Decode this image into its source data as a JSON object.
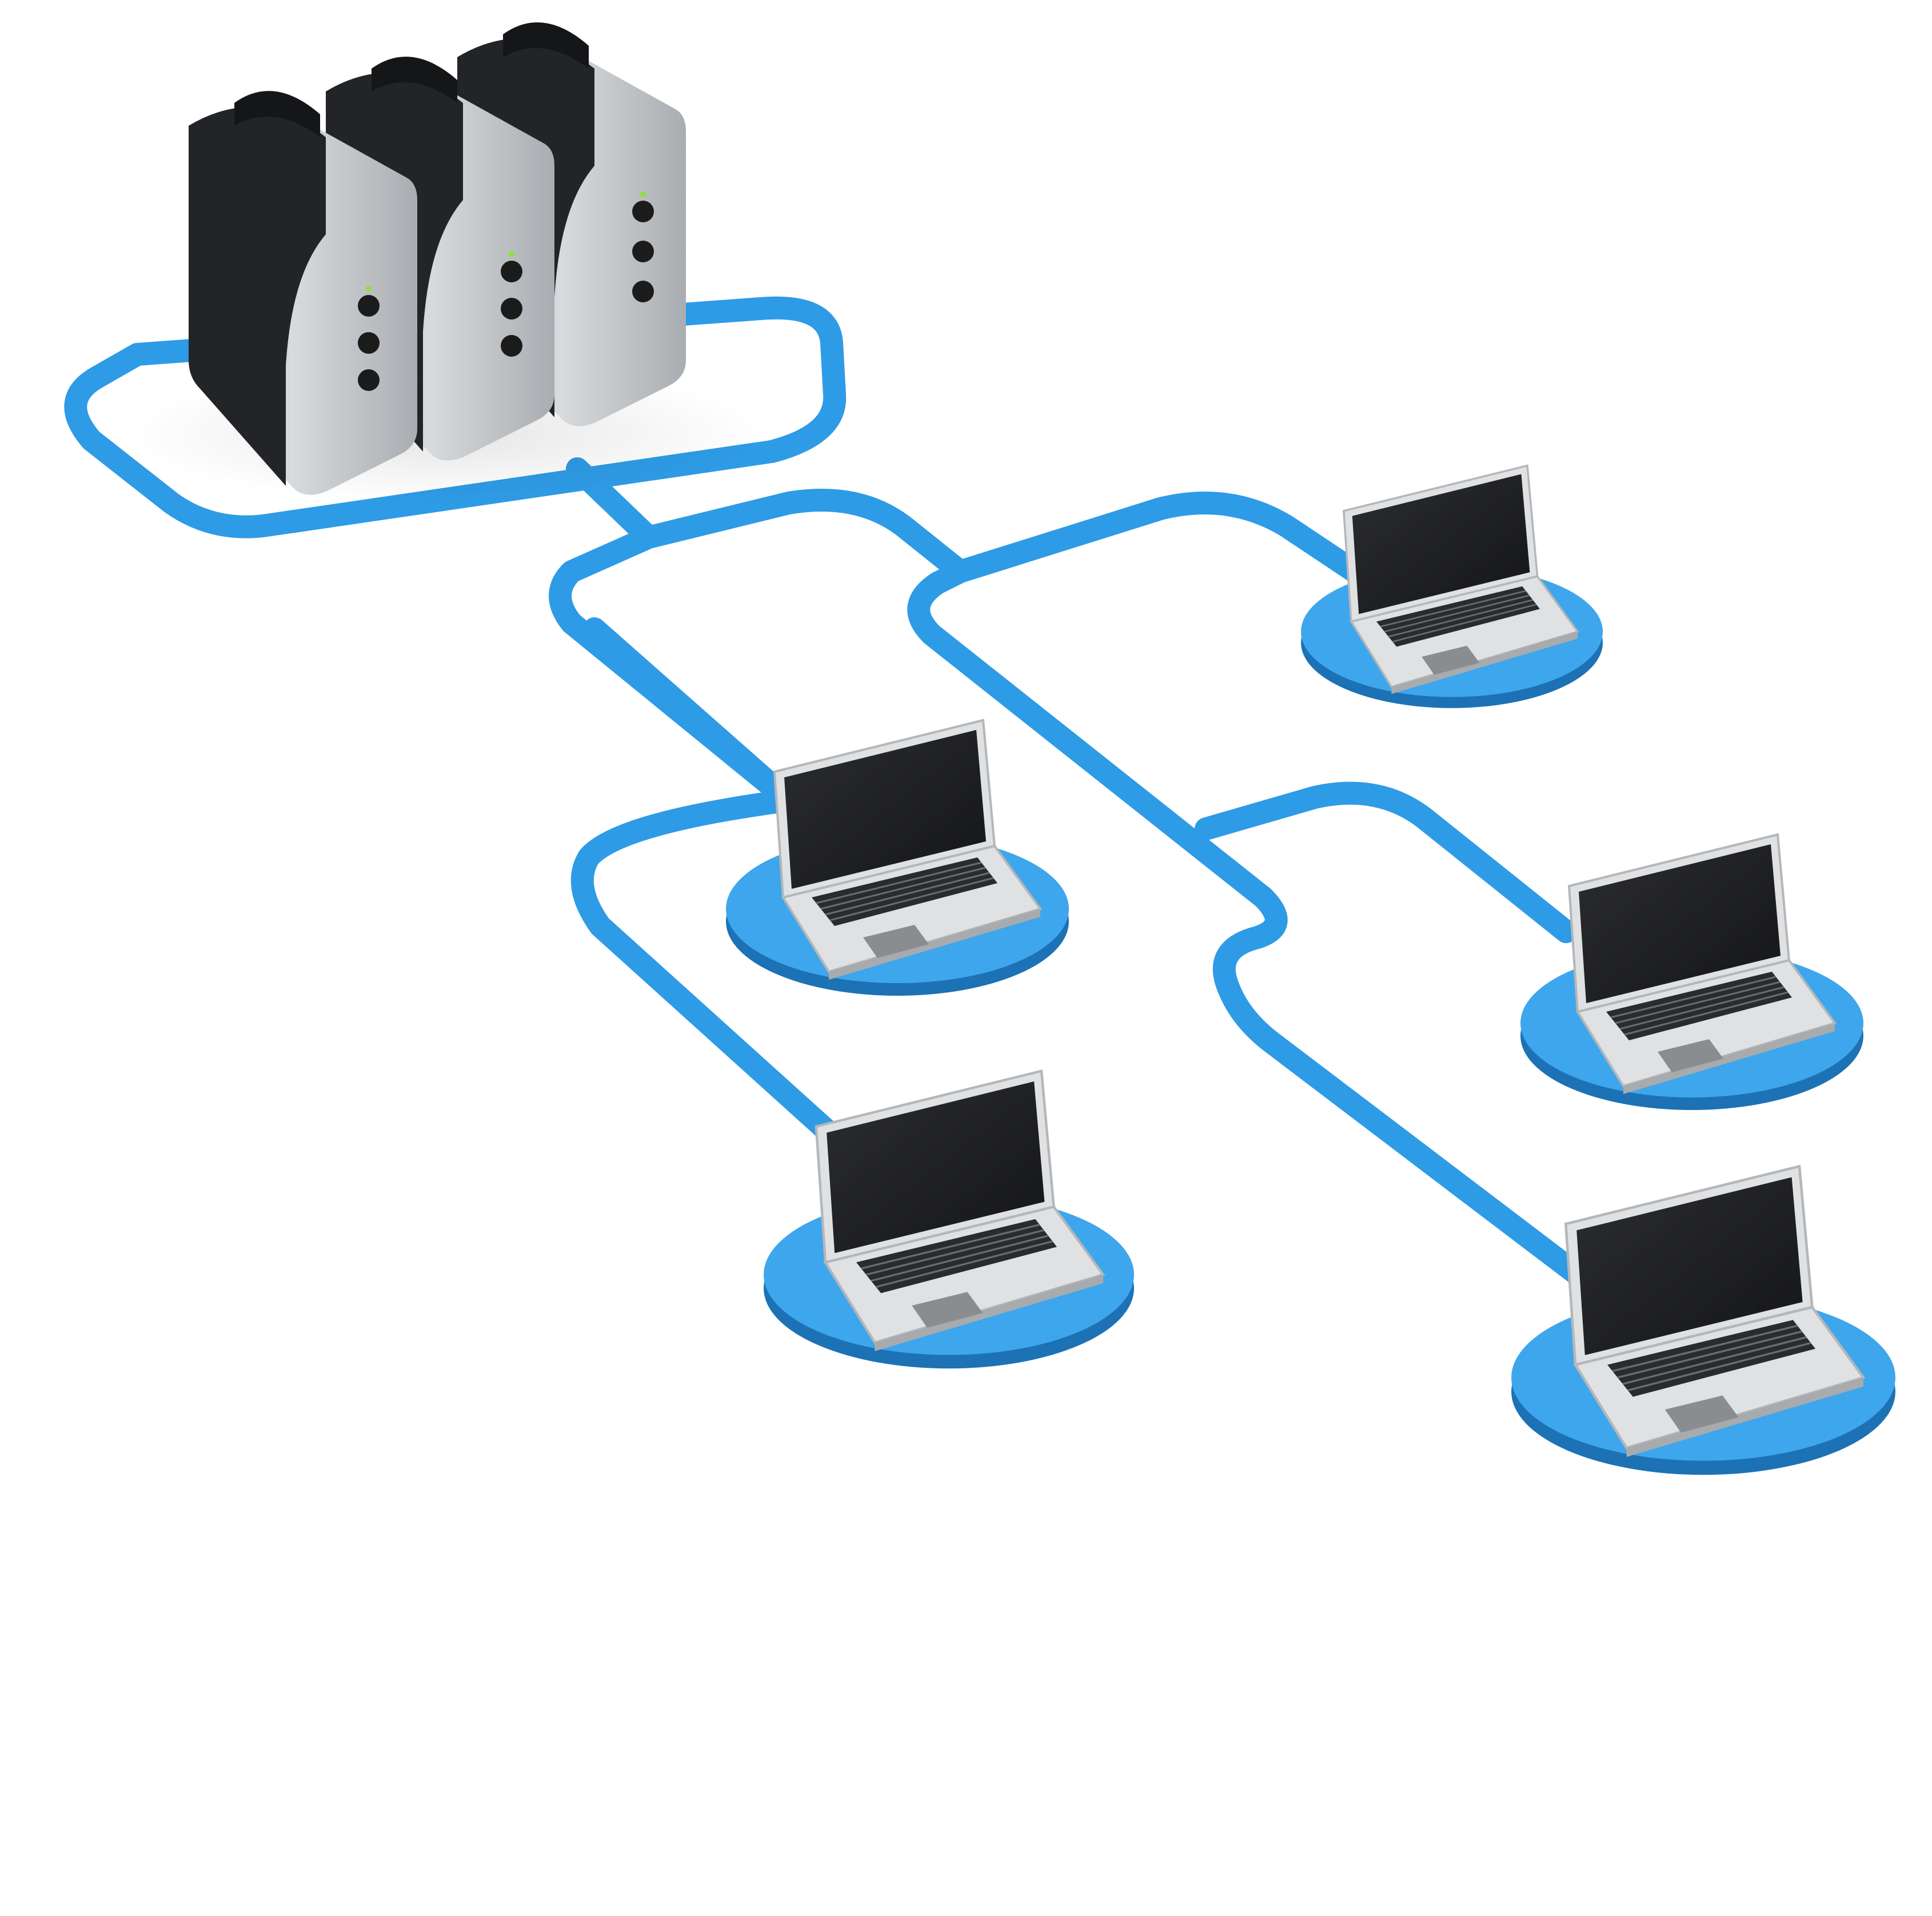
{
  "colors": {
    "background": "#ffffff",
    "cable_top": "#2e9be6",
    "cable_side": "#1b73b8",
    "pad_top": "#3ea6ec",
    "pad_side": "#1c72b5",
    "server_body": "#b9bdc0",
    "server_dark": "#1e2022",
    "server_button": "#1b1b1b",
    "server_led": "#8fe03a",
    "laptop_body": "#dfe1e3",
    "laptop_screen": "#1e1f21",
    "laptop_keys": "#2a2b2d",
    "trackpad": "#8a8c8f"
  },
  "diagram": {
    "nodes": [
      {
        "id": "server-rack",
        "kind": "server",
        "units": 3
      },
      {
        "id": "laptop-1",
        "kind": "laptop"
      },
      {
        "id": "laptop-2",
        "kind": "laptop"
      },
      {
        "id": "laptop-3",
        "kind": "laptop"
      },
      {
        "id": "laptop-4",
        "kind": "laptop"
      },
      {
        "id": "laptop-5",
        "kind": "laptop"
      }
    ],
    "edges": [
      {
        "from": "server-rack",
        "to": "laptop-1"
      },
      {
        "from": "server-rack",
        "to": "laptop-2"
      },
      {
        "from": "server-rack",
        "to": "laptop-3"
      },
      {
        "from": "server-rack",
        "to": "laptop-4"
      },
      {
        "from": "server-rack",
        "to": "laptop-5"
      }
    ]
  }
}
